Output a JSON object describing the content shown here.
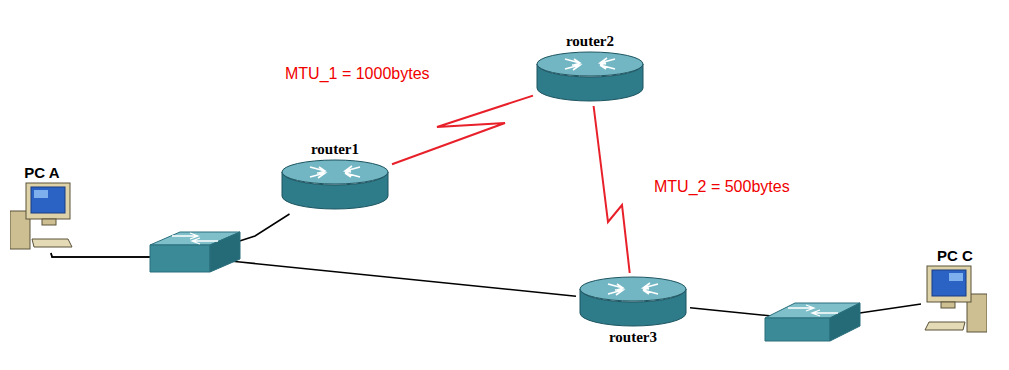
{
  "diagram": {
    "nodes": [
      {
        "text": [
          "PC A"
        ]
      },
      {
        "text": [
          "router1"
        ]
      },
      {
        "text": [
          "router2"
        ]
      },
      {
        "text": [
          "router3"
        ]
      },
      {
        "text": [
          "PC C"
        ]
      }
    ],
    "edges": [
      {
        "from": 0,
        "to": 1,
        "arrow": "none"
      },
      {
        "from": 0,
        "to": 3,
        "arrow": "none"
      },
      {
        "from": 1,
        "to": 2,
        "label": "MTU_1 = 1000bytes",
        "arrow": "none"
      },
      {
        "from": 2,
        "to": 3,
        "label": "MTU_2 = 500bytes",
        "arrow": "none"
      },
      {
        "from": 3,
        "to": 4,
        "arrow": "none"
      }
    ]
  }
}
